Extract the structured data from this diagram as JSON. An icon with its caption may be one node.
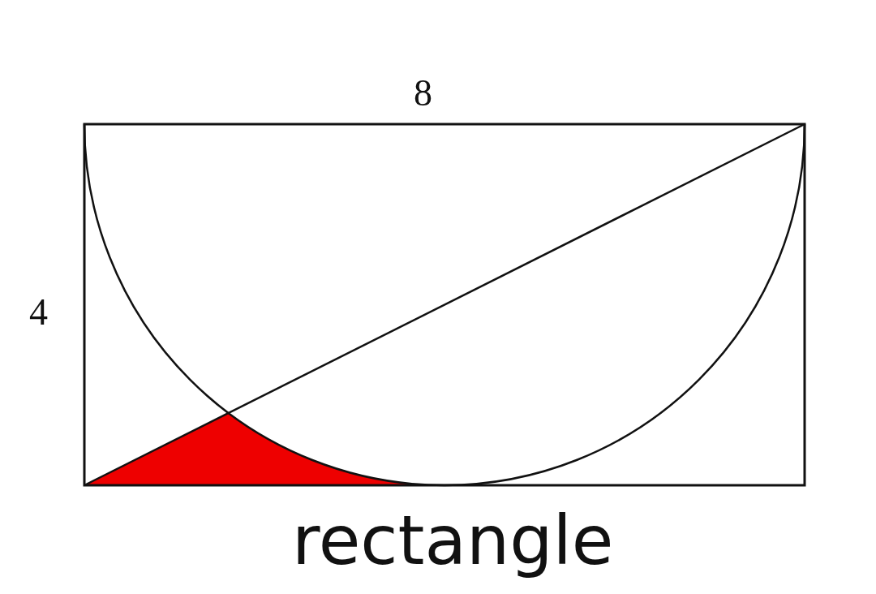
{
  "diagram": {
    "labels": [
      "8",
      "4",
      "rectangle"
    ]
  }
}
